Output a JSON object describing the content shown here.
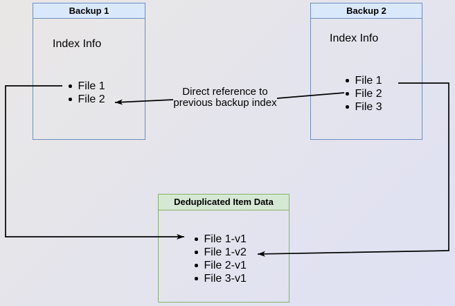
{
  "colors": {
    "bg_from": "#e9e7e5",
    "bg_to": "#dfe1f4",
    "blue_fill": "#dae8fc",
    "blue_border": "#6c8ebf",
    "green_fill": "#d5e8d4",
    "green_border": "#82b366",
    "arrow": "#000000"
  },
  "boxes": {
    "backup1": {
      "title": "Backup 1",
      "subtitle": "Index Info",
      "items": [
        "File 1",
        "File 2"
      ]
    },
    "backup2": {
      "title": "Backup 2",
      "subtitle": "Index Info",
      "items": [
        "File 1",
        "File 2",
        "File 3"
      ]
    },
    "dedup": {
      "title": "Deduplicated Item Data",
      "items": [
        "File 1-v1",
        "File 1-v2",
        "File 2-v1",
        "File 3-v1"
      ]
    }
  },
  "edges": {
    "direct_reference": {
      "label": [
        "Direct reference to",
        "previous backup index"
      ]
    }
  }
}
